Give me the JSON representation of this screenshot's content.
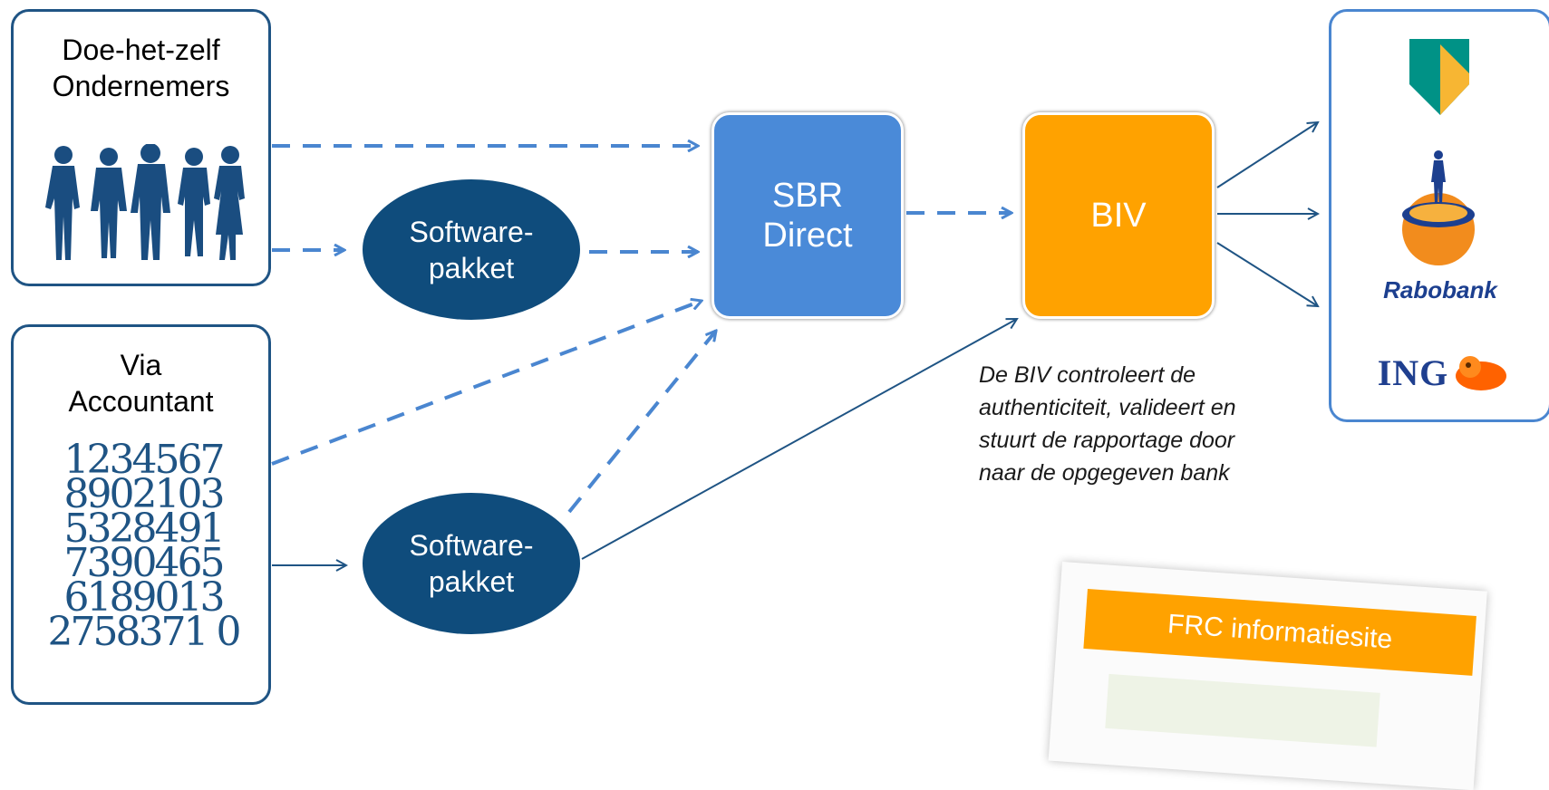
{
  "sources": {
    "diy": {
      "title_line1": "Doe-het-zelf",
      "title_line2": "Ondernemers",
      "icon": "people-silhouettes"
    },
    "accountant": {
      "title_line1": "Via",
      "title_line2": "Accountant",
      "icon": "numbers-collage",
      "digits": [
        "1234567",
        "8902103",
        "5328491",
        "7390465",
        "6189013",
        "2758371 0"
      ]
    }
  },
  "software": {
    "top_line1": "Software-",
    "top_line2": "pakket",
    "bottom_line1": "Software-",
    "bottom_line2": "pakket"
  },
  "sbr": {
    "line1": "SBR",
    "line2": "Direct"
  },
  "biv": {
    "label": "BIV"
  },
  "caption": {
    "lines": [
      "De BIV controleert de",
      "authenticiteit, valideert en",
      "stuurt de rapportage door",
      "naar de opgegeven bank"
    ]
  },
  "banks": {
    "abn_logo": "abn-amro-shield-icon",
    "rabobank": "Rabobank",
    "ing": "ING"
  },
  "frc": {
    "label": "FRC informatiesite"
  },
  "colors": {
    "navy": "#0f4c7c",
    "sbr_blue": "#4a8ad8",
    "biv_orange": "#ffa200",
    "dash_blue": "#4a86d0",
    "border": "#1f5484"
  }
}
